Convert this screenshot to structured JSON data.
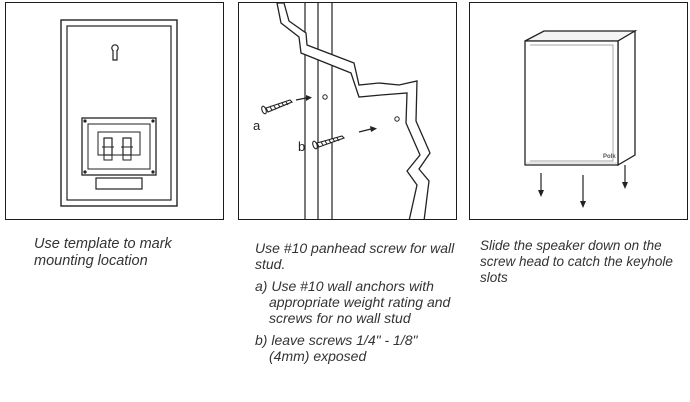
{
  "captions": {
    "template": "Use template to mark mounting location",
    "screw_intro": "Use #10 panhead screw for wall stud.",
    "step_a": "a) Use #10 wall anchors with appropriate weight rating and screws for no wall stud",
    "step_b": "b) leave screws 1/4\" - 1/8\" (4mm) exposed",
    "slide": "Slide the speaker down on the screw head to catch the keyhole slots"
  },
  "labels": {
    "a": "a",
    "b": "b",
    "brand": "Polk"
  }
}
